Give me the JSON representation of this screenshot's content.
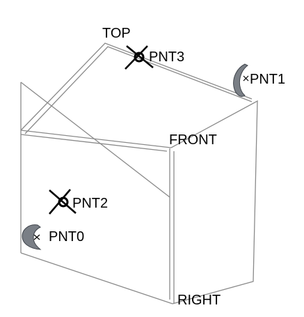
{
  "datum_planes": {
    "top": "TOP",
    "front": "FRONT",
    "right": "RIGHT"
  },
  "datum_points": [
    {
      "label": "PNT0",
      "marker": "small-x-with-arc"
    },
    {
      "label": "PNT1",
      "marker": "small-x-with-arc"
    },
    {
      "label": "PNT2",
      "marker": "large-x-with-circle"
    },
    {
      "label": "PNT3",
      "marker": "large-x-with-circle"
    }
  ],
  "colors": {
    "background": "#ffffff",
    "plane_edge": "#8a8a8a",
    "label_text": "#000000",
    "marker": "#000000",
    "arc_fill": "#7a7f86",
    "arc_dark": "#3f444b"
  }
}
